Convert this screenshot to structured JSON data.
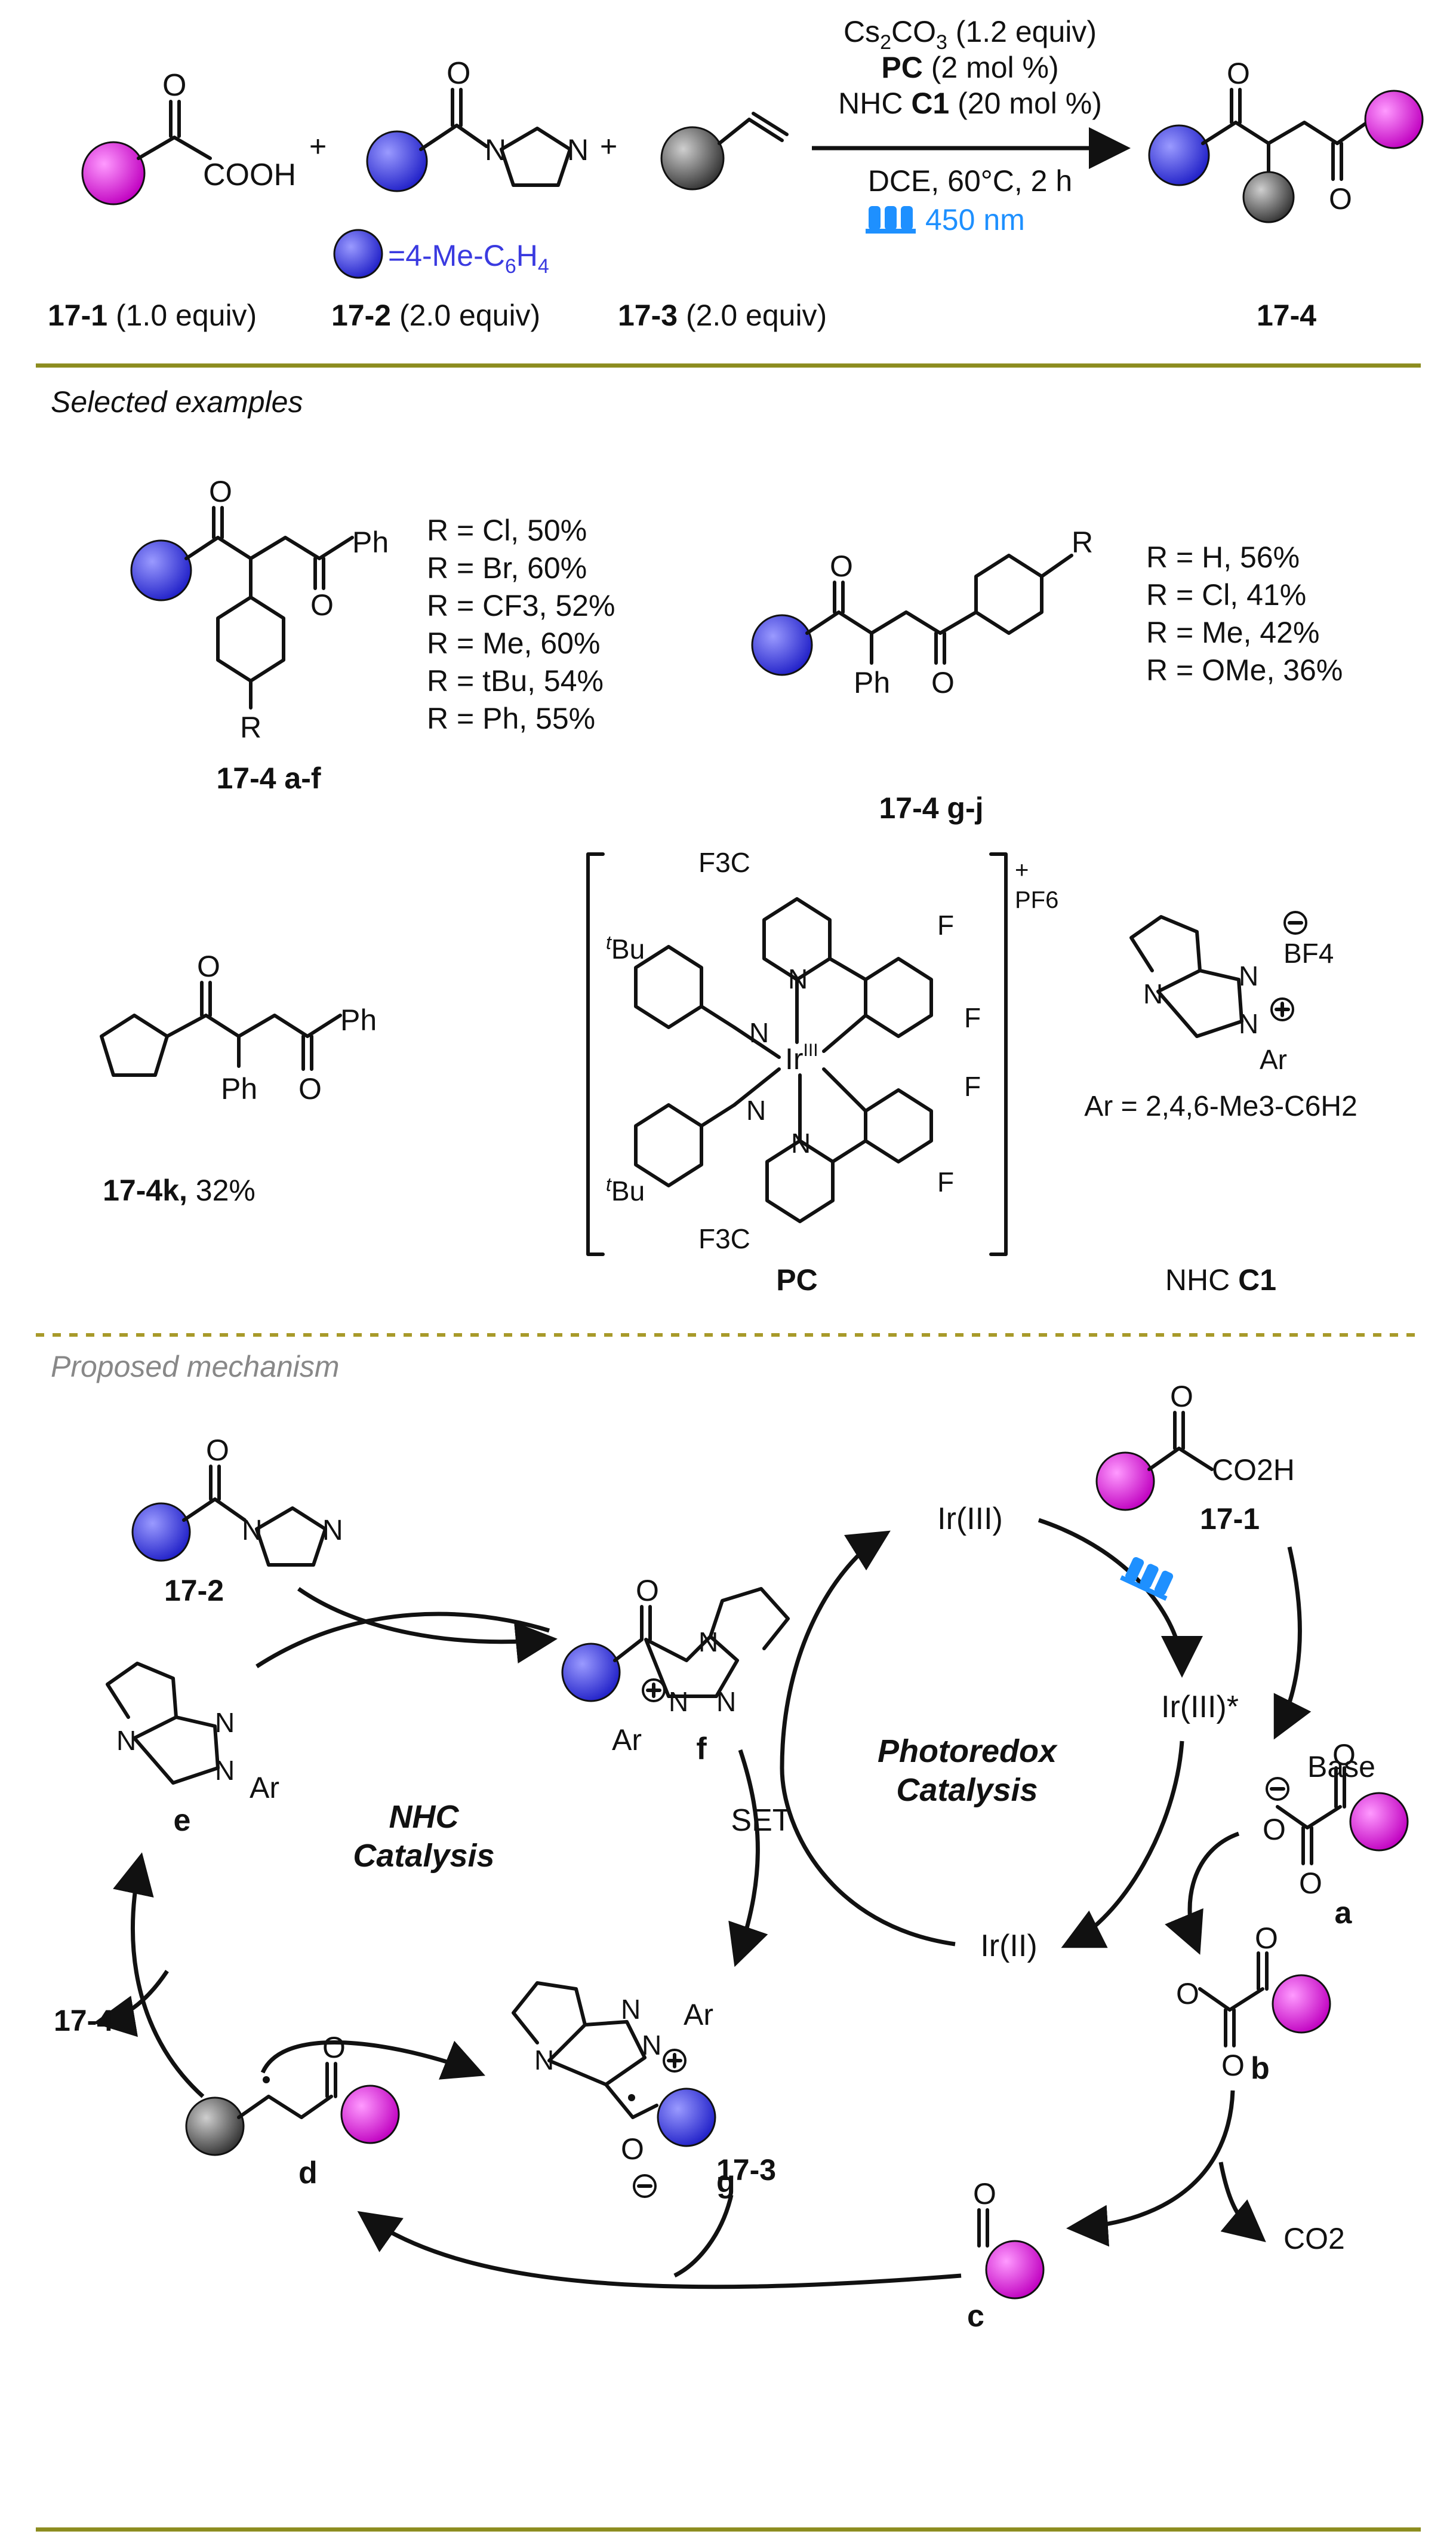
{
  "colors": {
    "rule": "#8C8C1E",
    "dotted": "#A89A2A",
    "substituent_blue": "#3A3AE0",
    "substituent_magenta": "#E000E0",
    "substituent_gray": "#555555",
    "heading_gray": "#888888",
    "led_blue": "#1E90FF"
  },
  "reaction": {
    "compound_1": {
      "label": "17-1",
      "equiv": " (1.0 equiv)",
      "group": "COOH",
      "atom_o": "O"
    },
    "compound_2": {
      "label": "17-2",
      "equiv": " (2.0 equiv)",
      "atoms": "N"
    },
    "compound_3": {
      "label": "17-3",
      "equiv": " (2.0 equiv)"
    },
    "product": {
      "label": "17-4"
    },
    "plus": "+",
    "conditions": {
      "base_pre": "Cs",
      "base_sub2": "2",
      "base_mid": "CO",
      "base_sub3": "3",
      "base_post": " (1.2 equiv)",
      "pc_bold": "PC",
      "pc_rest": " (2 mol %)",
      "nhc_pre": "NHC ",
      "nhc_bold": "C1",
      "nhc_rest": " (20 mol %)",
      "solvent": "DCE, 60°C, 2 h",
      "light": "450 nm",
      "light_icon": "blue-led-icon"
    },
    "blue_def": {
      "pre": "=4-Me-C",
      "sub6": "6",
      "mid": "H",
      "sub4": "4"
    }
  },
  "selected": {
    "heading": "Selected examples",
    "af": {
      "label": "17-4 a-f",
      "ph": "Ph",
      "o": "O",
      "r": "R",
      "yields": [
        "R = Cl, 50%",
        "R = Br, 60%",
        "R = CF3, 52%",
        "R = Me, 60%",
        "R = tBu, 54%",
        "R = Ph, 55%"
      ]
    },
    "gj": {
      "label": "17-4 g-j",
      "ph": "Ph",
      "o": "O",
      "r": "R",
      "yields": [
        "R = H, 56%",
        "R = Cl, 41%",
        "R = Me, 42%",
        "R = OMe, 36%"
      ]
    },
    "k": {
      "label_bold": "17-4k,",
      "label_rest": " 32%",
      "ph": "Ph",
      "o": "O"
    },
    "pc": {
      "label": "PC",
      "tbu": "Bu",
      "t": "t",
      "cf3": "F3C",
      "f": "F",
      "n": "N",
      "ir": "Ir",
      "ir_ox": "III",
      "charge": "+",
      "anion": "PF6"
    },
    "nhc": {
      "label_pre": "NHC ",
      "label_bold": "C1",
      "counter": "BF4",
      "ar_def": "Ar = 2,4,6-Me3-C6H2",
      "n": "N",
      "ar": "Ar"
    }
  },
  "mechanism": {
    "heading": "Proposed mechanism",
    "nhc_cycle": [
      "NHC",
      "Catalysis"
    ],
    "photo_cycle": [
      "Photoredox",
      "Catalysis"
    ],
    "ir3": "Ir(III)",
    "ir3star": "Ir(III)*",
    "ir2": "Ir(II)",
    "set": "SET",
    "base": "Base",
    "co2": "CO2",
    "co2h": "CO2H",
    "letters": [
      "a",
      "b",
      "c",
      "d",
      "e",
      "f",
      "g"
    ],
    "c17_1": "17-1",
    "c17_2": "17-2",
    "c17_3": "17-3",
    "c17_4": "17-4",
    "ar": "Ar",
    "n": "N",
    "o": "O"
  }
}
